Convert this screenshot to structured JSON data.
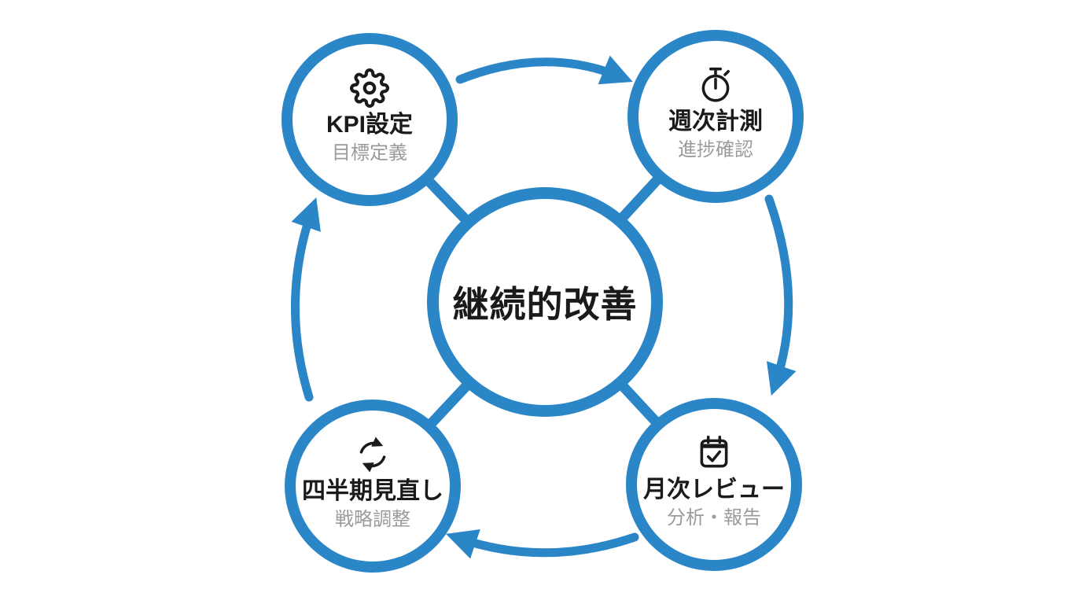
{
  "colors": {
    "accent": "#2b86c8",
    "icon": "#1a1a1a",
    "title": "#1a1a1a",
    "subtitle": "#9b9b9b",
    "background": "#ffffff"
  },
  "diagram": {
    "type": "cycle",
    "center": {
      "label": "継続的改善"
    },
    "nodes": [
      {
        "id": "kpi-setting",
        "icon": "gear-icon",
        "title": "KPI設定",
        "subtitle": "目標定義"
      },
      {
        "id": "weekly-measure",
        "icon": "stopwatch-icon",
        "title": "週次計測",
        "subtitle": "進捗確認"
      },
      {
        "id": "monthly-review",
        "icon": "calendar-check-icon",
        "title": "月次レビュー",
        "subtitle": "分析・報告"
      },
      {
        "id": "quarterly-review",
        "icon": "refresh-icon",
        "title": "四半期見直し",
        "subtitle": "戦略調整"
      }
    ],
    "flow": [
      "KPI設定 → 週次計測",
      "週次計測 → 月次レビュー",
      "月次レビュー → 四半期見直し",
      "四半期見直し → KPI設定"
    ]
  }
}
